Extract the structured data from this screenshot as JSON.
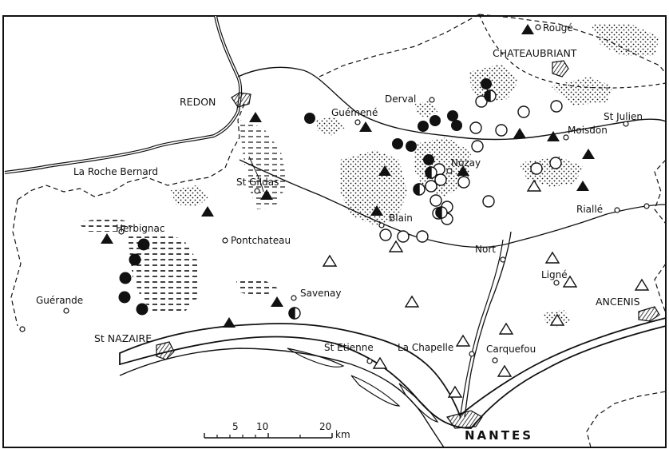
{
  "places": {
    "redon": "REDON",
    "chateaubriant": "CHATEAUBRIANT",
    "rouge": "Rougé",
    "derval": "Derval",
    "guemene": "Guémené",
    "moisdon": "Moisdon",
    "st_julien": "St Julien",
    "nozay": "Nozay",
    "la_roche_bernard": "La Roche Bernard",
    "st_gildas": "St Gildas",
    "blain": "Blain",
    "rialle": "Riallé",
    "herbignac": "Herbignac",
    "pontchateau": "Pontchateau",
    "nort": "Nort",
    "ligne": "Ligné",
    "savenay": "Savenay",
    "guerande": "Guérande",
    "ancenis": "ANCENIS",
    "st_nazaire": "St NAZAIRE",
    "st_etienne": "St Etienne",
    "la_chapelle": "La Chapelle",
    "carquefou": "Carquefou",
    "nantes": "NANTES"
  },
  "scale_bar": {
    "tick_5": "5",
    "tick_10": "10",
    "tick_20": "20",
    "unit": "km"
  },
  "colors": {
    "ink": "#111111",
    "paper": "#ffffff"
  },
  "symbols": {
    "filled-circle": "filled circle",
    "open-circle": "open circle",
    "half-circle": "half-filled circle",
    "filled-triangle": "filled triangle",
    "open-triangle": "open triangle"
  }
}
